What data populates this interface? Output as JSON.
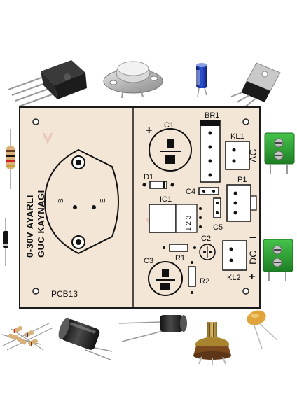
{
  "board": {
    "label_vertical_line1": "0-30V AYARLI",
    "label_vertical_line2": "GUC KAYNAGI",
    "pcb_name": "PCB13",
    "transistor_pin_b": "B",
    "transistor_pin_e": "E"
  },
  "parts": {
    "c1": "C1",
    "c2": "C2",
    "c3": "C3",
    "c4": "C4",
    "c5": "C5",
    "d1": "D1",
    "ic1": "IC1",
    "ic1_pins": "1 2 3",
    "r1": "R1",
    "r2": "R2",
    "br1": "BR1",
    "kl1": "KL1",
    "kl2": "KL2",
    "p1": "P1",
    "ac": "AC",
    "dc": "DC",
    "plus": "+",
    "minus": "–"
  },
  "colors": {
    "board_bg": "#f3e6d6",
    "silk": "#111111",
    "terminal_green": "#2aa12f"
  },
  "components": [
    "bridge-rectifier",
    "to3-transistor",
    "capacitor",
    "to220-regulator",
    "resistor",
    "diode",
    "screw-terminal",
    "resistor-bundle",
    "electrolytic-capacitor",
    "potentiometer",
    "ceramic-capacitor"
  ]
}
